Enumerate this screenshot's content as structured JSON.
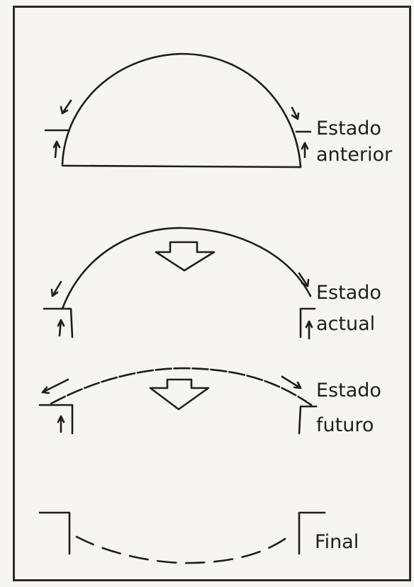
{
  "stages": [
    {
      "line1": "Estado",
      "line2": "anterior"
    },
    {
      "line1": "Estado",
      "line2": "actual"
    },
    {
      "line1": "Estado",
      "line2": "futuro"
    },
    {
      "line1": "Final"
    }
  ]
}
